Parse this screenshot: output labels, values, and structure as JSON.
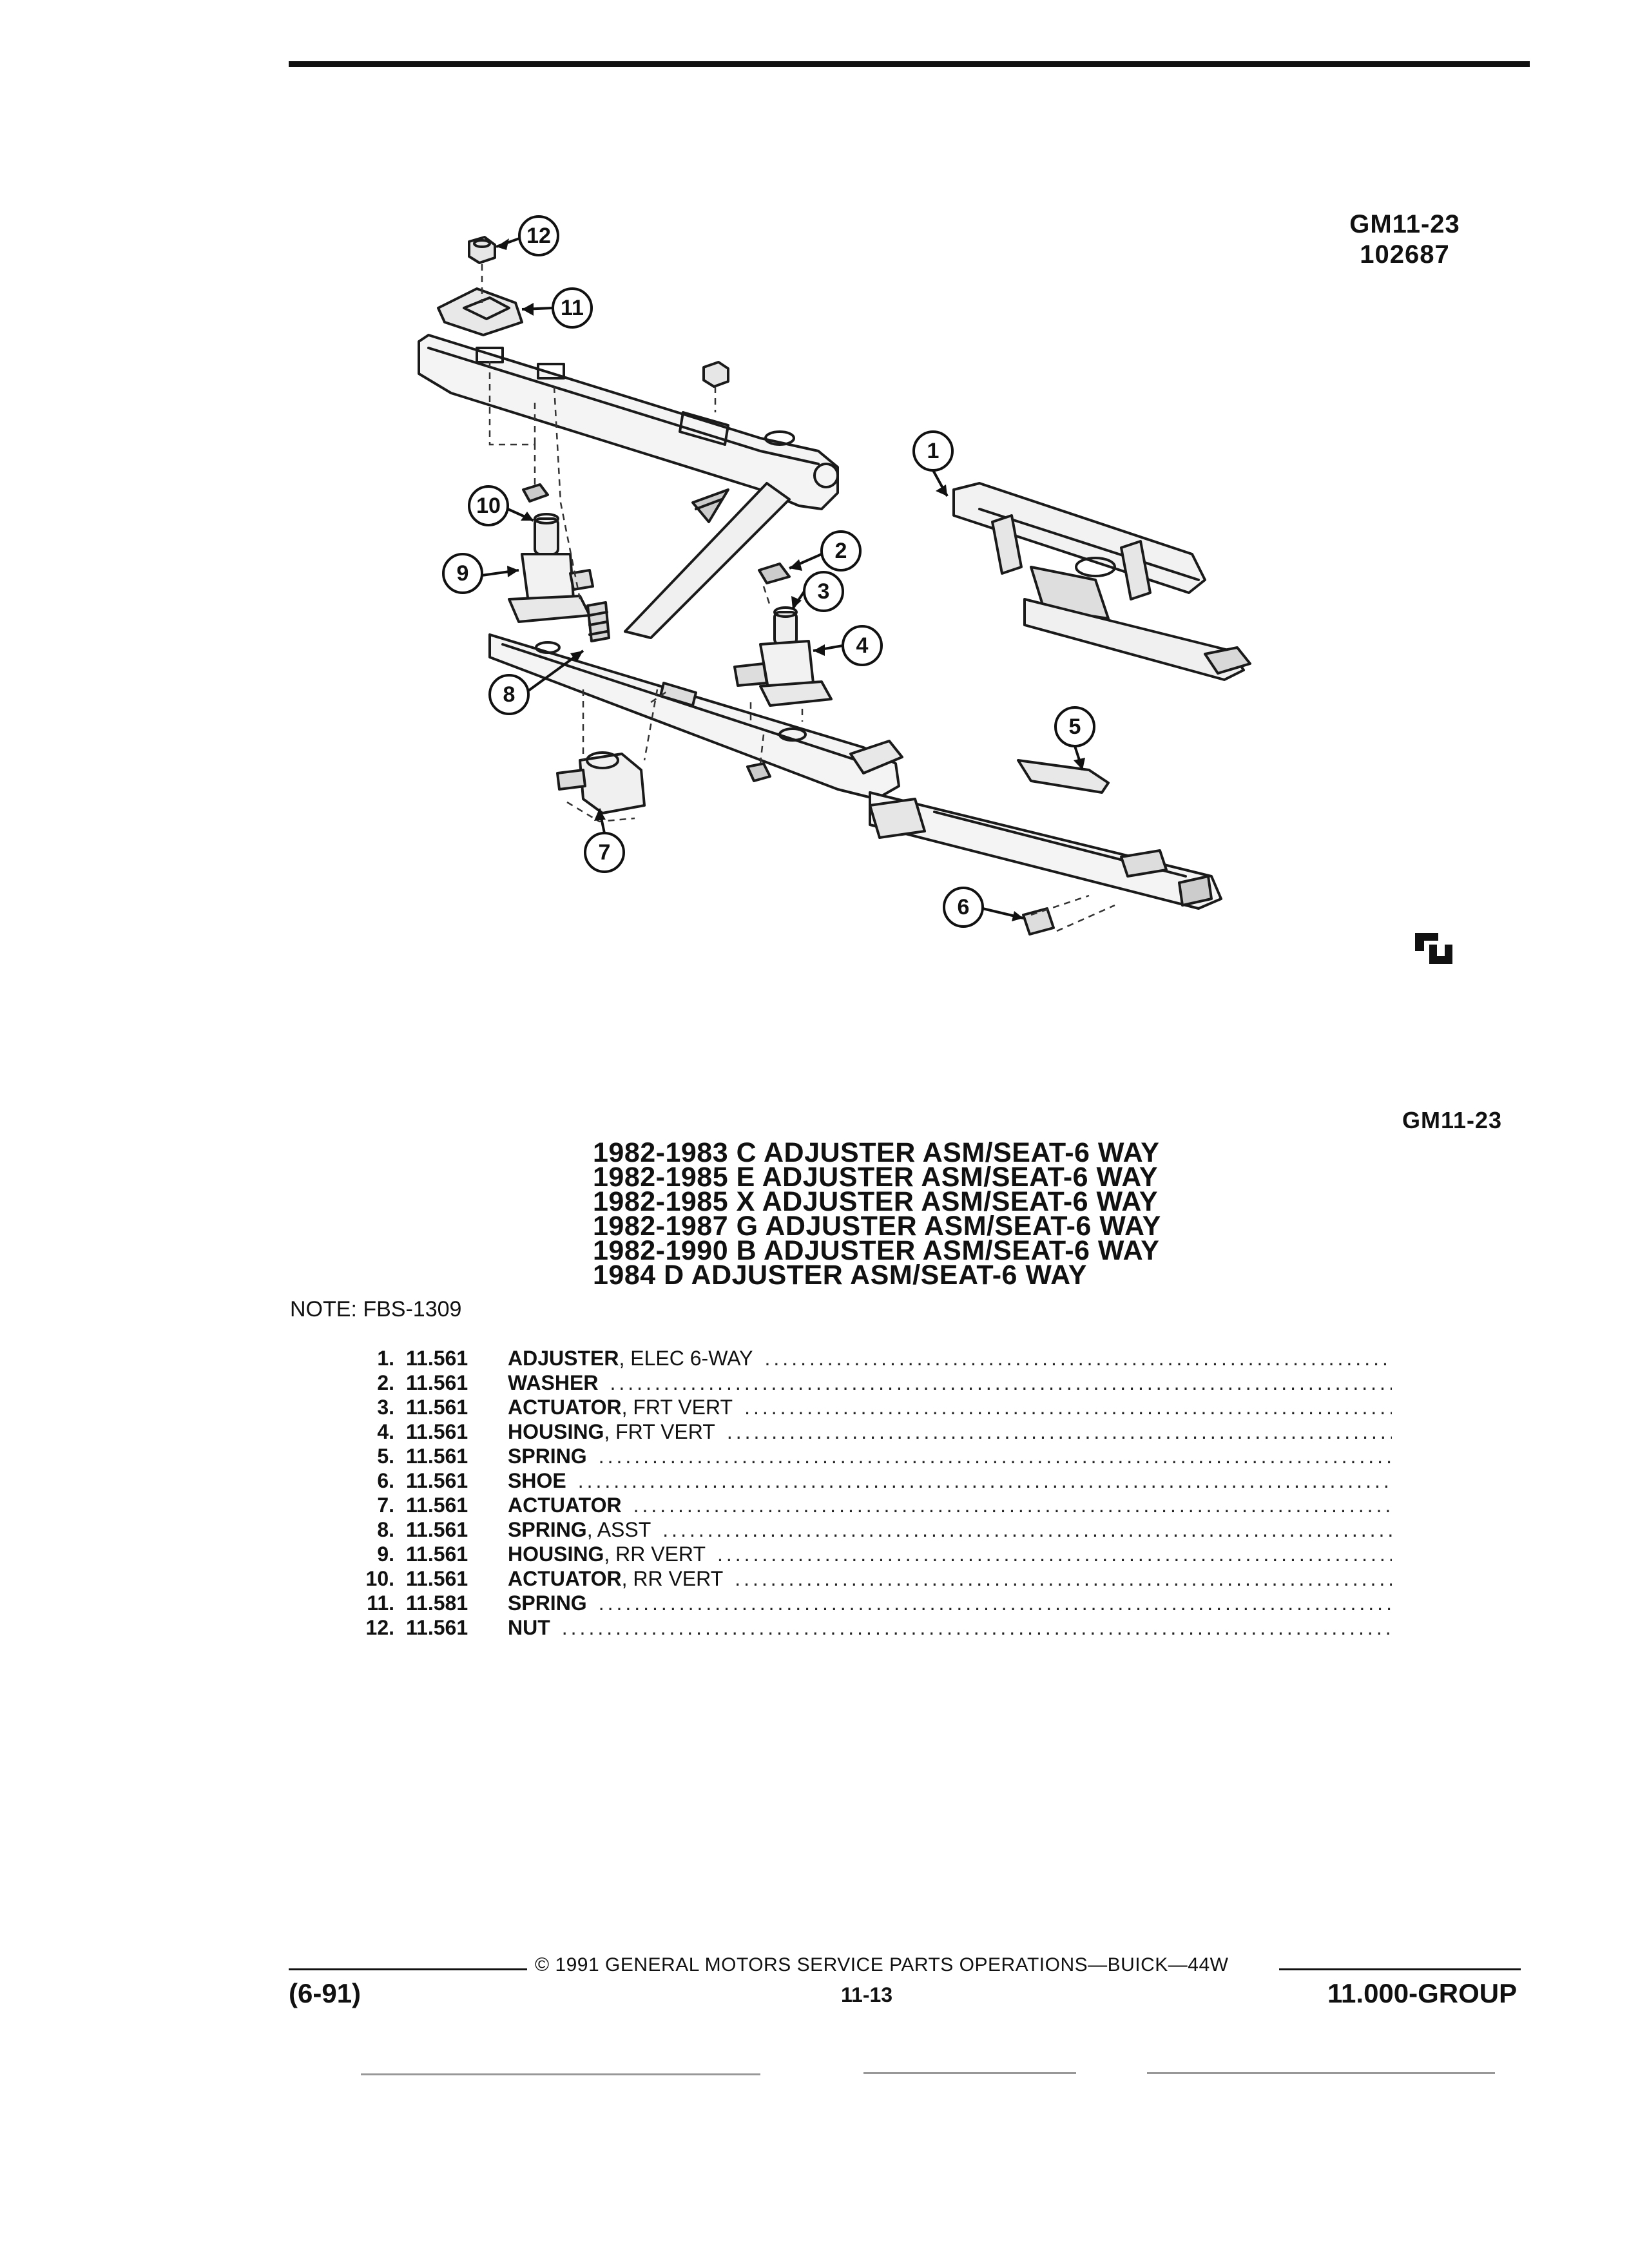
{
  "figure_id": "GM11-23",
  "figure_code": "102687",
  "figure_id_repeat": "GM11-23",
  "diagram": {
    "callouts": [
      "1",
      "2",
      "3",
      "4",
      "5",
      "6",
      "7",
      "8",
      "9",
      "10",
      "11",
      "12"
    ],
    "brand_mark_icon": "gm-service-logo-icon"
  },
  "titles": [
    "1982-1983 C ADJUSTER ASM/SEAT-6 WAY",
    "1982-1985 E ADJUSTER ASM/SEAT-6 WAY",
    "1982-1985 X ADJUSTER ASM/SEAT-6 WAY",
    "1982-1987 G ADJUSTER ASM/SEAT-6 WAY",
    "1982-1990 B ADJUSTER ASM/SEAT-6 WAY",
    "1984 D ADJUSTER ASM/SEAT-6 WAY"
  ],
  "note": "NOTE:  FBS-1309",
  "parts": [
    {
      "num": "1.",
      "code": "11.561",
      "name": "ADJUSTER",
      "qual": ", ELEC 6-WAY"
    },
    {
      "num": "2.",
      "code": "11.561",
      "name": "WASHER",
      "qual": ""
    },
    {
      "num": "3.",
      "code": "11.561",
      "name": "ACTUATOR",
      "qual": ", FRT VERT"
    },
    {
      "num": "4.",
      "code": "11.561",
      "name": "HOUSING",
      "qual": ", FRT VERT"
    },
    {
      "num": "5.",
      "code": "11.561",
      "name": "SPRING",
      "qual": ""
    },
    {
      "num": "6.",
      "code": "11.561",
      "name": "SHOE",
      "qual": ""
    },
    {
      "num": "7.",
      "code": "11.561",
      "name": "ACTUATOR",
      "qual": ""
    },
    {
      "num": "8.",
      "code": "11.561",
      "name": "SPRING",
      "qual": ", ASST"
    },
    {
      "num": "9.",
      "code": "11.561",
      "name": "HOUSING",
      "qual": ", RR VERT"
    },
    {
      "num": "10.",
      "code": "11.561",
      "name": "ACTUATOR",
      "qual": ", RR VERT"
    },
    {
      "num": "11.",
      "code": "11.581",
      "name": "SPRING",
      "qual": ""
    },
    {
      "num": "12.",
      "code": "11.561",
      "name": "NUT",
      "qual": ""
    }
  ],
  "footer": {
    "copyright": "©  1991  GENERAL MOTORS SERVICE PARTS OPERATIONS—BUICK—44W",
    "date": "(6-91)",
    "page": "11-13",
    "group": "11.000-GROUP"
  }
}
